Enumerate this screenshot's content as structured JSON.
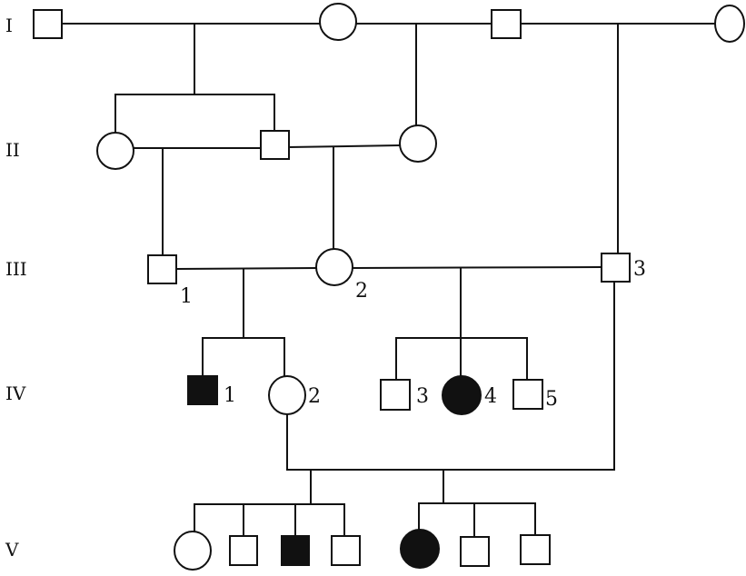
{
  "title": "Pedigree chart",
  "generations": [
    "I",
    "II",
    "III",
    "IV",
    "V"
  ],
  "individual_labels": {
    "III": [
      "1",
      "2",
      "3"
    ],
    "IV": [
      "1",
      "2",
      "3",
      "4",
      "5"
    ]
  },
  "legend_implicit": {
    "affected_fill": "#111111",
    "unaffected_fill": "#ffffff"
  }
}
